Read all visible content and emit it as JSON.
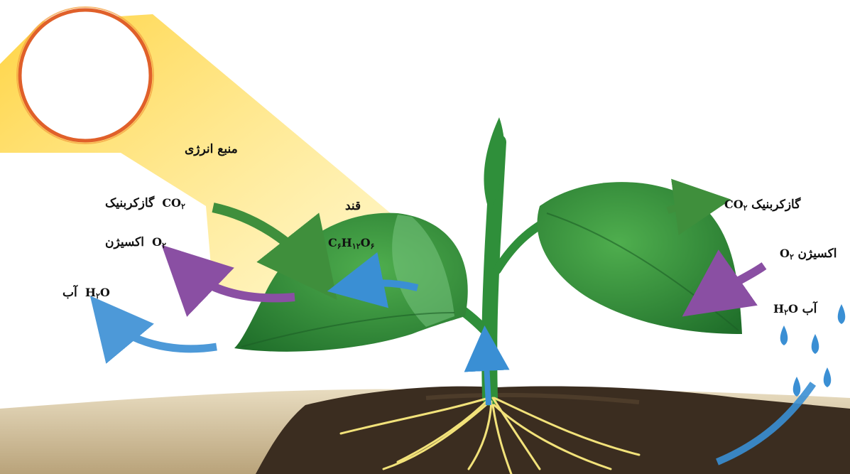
{
  "energy_source": "منبع انرژی",
  "sugar": {
    "label": "قند",
    "formula": {
      "c": "C",
      "c_n": "۶",
      "h": "H",
      "h_n": "۱۲",
      "o": "O",
      "o_n": "۶"
    }
  },
  "left": {
    "co2": {
      "formula": "CO",
      "sub": "۲",
      "name": "گازکربنیک"
    },
    "o2": {
      "formula": "O",
      "sub": "۲",
      "name": "اکسیژن"
    },
    "h2o": {
      "h": "H",
      "sub": "۲",
      "o": "O",
      "name": "آب"
    }
  },
  "right": {
    "co2": {
      "formula": "CO",
      "sub": "۲",
      "name": "گازکربنیک"
    },
    "o2": {
      "formula": "O",
      "sub": "۲",
      "name": "اکسیژن"
    },
    "h2o": {
      "h": "H",
      "sub": "۲",
      "o": "O",
      "name": "آب"
    }
  },
  "colors": {
    "sun_fill": "#ffffff",
    "sun_ring": "#e0602a",
    "sunbeam": "#ffd84a",
    "leaf": "#2f8f3a",
    "leaf_light": "#79c47f",
    "co2_arrow": "#3f8f3c",
    "o2_arrow": "#8a4fa3",
    "water_arrow": "#3a8fd4",
    "soil": "#3b2d20",
    "ground": "#c9b892",
    "roots": "#f2e27a"
  }
}
